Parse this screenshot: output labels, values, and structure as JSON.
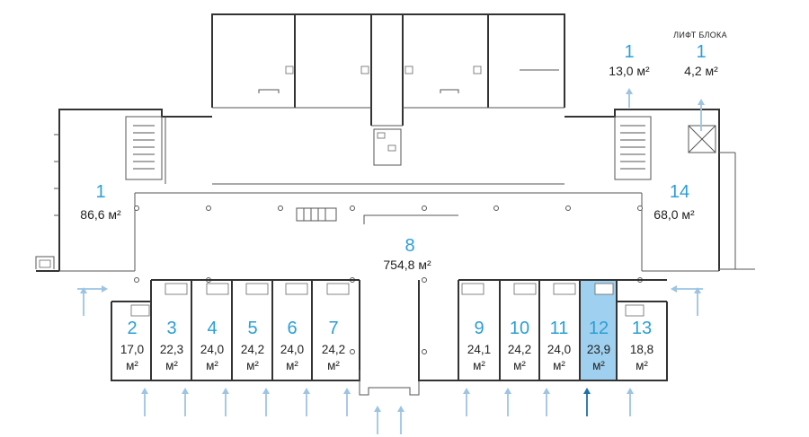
{
  "colors": {
    "label": "#2a9fd6",
    "highlight": "#9fd0ef",
    "arrow": "#9dc4e3",
    "arrow_active": "#1f6fa8"
  },
  "caption": "ЛИФТ БЛОКА",
  "rooms": [
    {
      "id": "r1a",
      "number": "1",
      "area_line1": "13,0 м²",
      "area_line2": ""
    },
    {
      "id": "r1b",
      "number": "1",
      "area_line1": "4,2 м²",
      "area_line2": ""
    },
    {
      "id": "r1c",
      "number": "1",
      "area_line1": "86,6 м²",
      "area_line2": ""
    },
    {
      "id": "r14",
      "number": "14",
      "area_line1": "68,0 м²",
      "area_line2": ""
    },
    {
      "id": "r8",
      "number": "8",
      "area_line1": "754,8 м²",
      "area_line2": ""
    },
    {
      "id": "r2",
      "number": "2",
      "area_line1": "17,0",
      "area_line2": "м²"
    },
    {
      "id": "r3",
      "number": "3",
      "area_line1": "22,3",
      "area_line2": "м²"
    },
    {
      "id": "r4",
      "number": "4",
      "area_line1": "24,0",
      "area_line2": "м²"
    },
    {
      "id": "r5",
      "number": "5",
      "area_line1": "24,2",
      "area_line2": "м²"
    },
    {
      "id": "r6",
      "number": "6",
      "area_line1": "24,0",
      "area_line2": "м²"
    },
    {
      "id": "r7",
      "number": "7",
      "area_line1": "24,2",
      "area_line2": "м²"
    },
    {
      "id": "r9",
      "number": "9",
      "area_line1": "24,1",
      "area_line2": "м²"
    },
    {
      "id": "r10",
      "number": "10",
      "area_line1": "24,2",
      "area_line2": "м²"
    },
    {
      "id": "r11",
      "number": "11",
      "area_line1": "24,0",
      "area_line2": "м²"
    },
    {
      "id": "r12",
      "number": "12",
      "area_line1": "23,9",
      "area_line2": "м²"
    },
    {
      "id": "r13",
      "number": "13",
      "area_line1": "18,8",
      "area_line2": "м²"
    }
  ]
}
